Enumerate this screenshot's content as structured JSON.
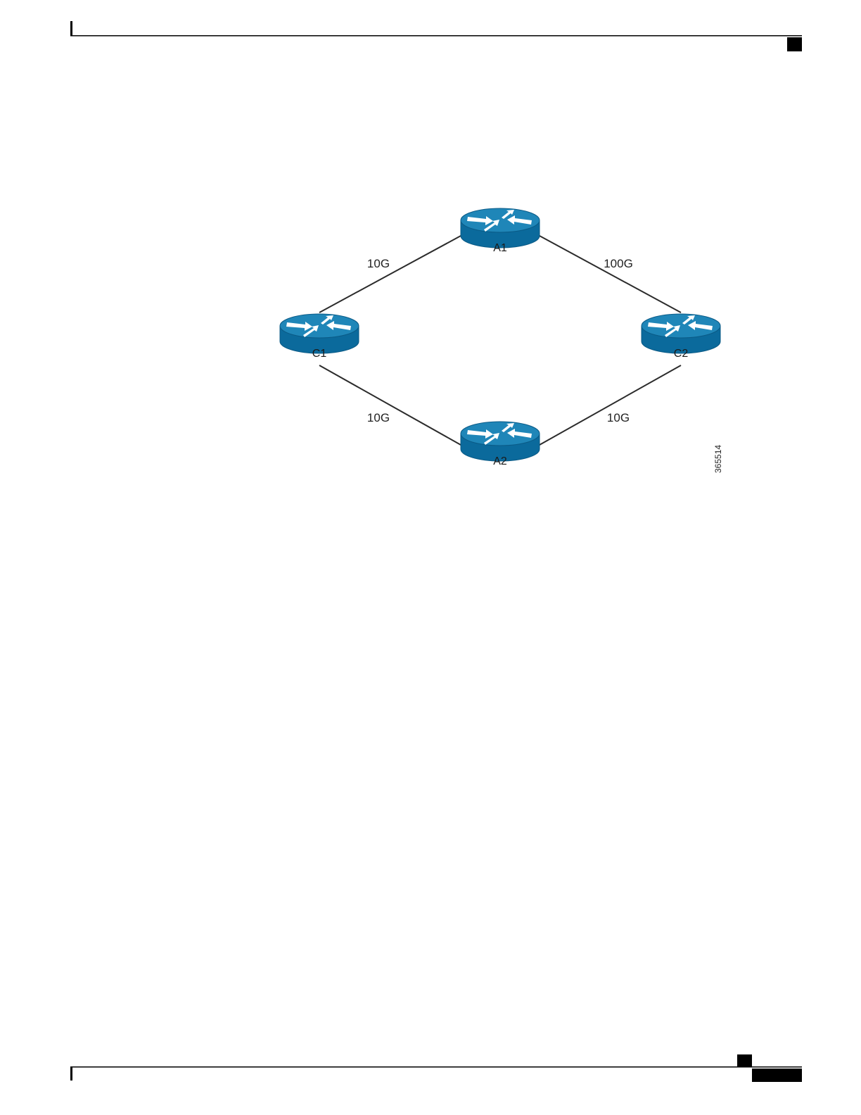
{
  "colors": {
    "router_top": "#1f86b8",
    "router_side": "#0b6a9c",
    "router_edge": "#0a5a86",
    "link": "#2b2b2b",
    "rule": "#000000"
  },
  "diagram": {
    "nodes": [
      {
        "id": "A1",
        "label": "A1",
        "icon": "router-icon"
      },
      {
        "id": "C1",
        "label": "C1",
        "icon": "router-icon"
      },
      {
        "id": "C2",
        "label": "C2",
        "icon": "router-icon"
      },
      {
        "id": "A2",
        "label": "A2",
        "icon": "router-icon"
      }
    ],
    "links": [
      {
        "from": "C1",
        "to": "A1",
        "label": "10G"
      },
      {
        "from": "A1",
        "to": "C2",
        "label": "100G"
      },
      {
        "from": "C1",
        "to": "A2",
        "label": "10G"
      },
      {
        "from": "A2",
        "to": "C2",
        "label": "10G"
      }
    ],
    "figure_id": "365514"
  }
}
